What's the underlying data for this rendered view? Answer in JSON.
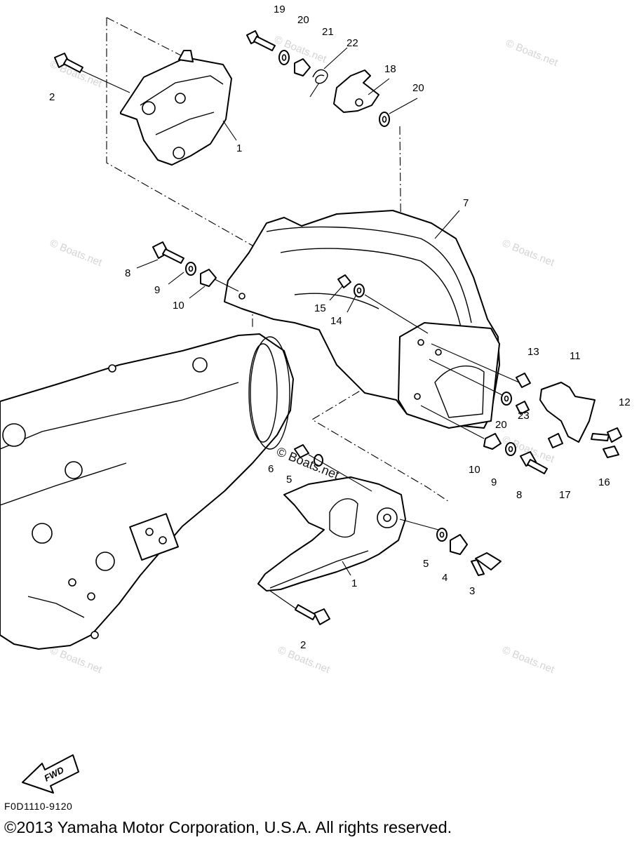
{
  "watermark": "© Boats.net",
  "overlay_watermark": "© Boats.net",
  "callouts": [
    {
      "id": "c19",
      "label": "19"
    },
    {
      "id": "c20a",
      "label": "20"
    },
    {
      "id": "c21",
      "label": "21"
    },
    {
      "id": "c22",
      "label": "22"
    },
    {
      "id": "c18",
      "label": "18"
    },
    {
      "id": "c20b",
      "label": "20"
    },
    {
      "id": "c2a",
      "label": "2"
    },
    {
      "id": "c1a",
      "label": "1"
    },
    {
      "id": "c7",
      "label": "7"
    },
    {
      "id": "c8a",
      "label": "8"
    },
    {
      "id": "c9a",
      "label": "9"
    },
    {
      "id": "c10a",
      "label": "10"
    },
    {
      "id": "c15",
      "label": "15"
    },
    {
      "id": "c14",
      "label": "14"
    },
    {
      "id": "c13",
      "label": "13"
    },
    {
      "id": "c11",
      "label": "11"
    },
    {
      "id": "c12",
      "label": "12"
    },
    {
      "id": "c20c",
      "label": "20"
    },
    {
      "id": "c23",
      "label": "23"
    },
    {
      "id": "c6",
      "label": "6"
    },
    {
      "id": "c5a",
      "label": "5"
    },
    {
      "id": "c10b",
      "label": "10"
    },
    {
      "id": "c9b",
      "label": "9"
    },
    {
      "id": "c8b",
      "label": "8"
    },
    {
      "id": "c17",
      "label": "17"
    },
    {
      "id": "c16",
      "label": "16"
    },
    {
      "id": "c5b",
      "label": "5"
    },
    {
      "id": "c4",
      "label": "4"
    },
    {
      "id": "c3",
      "label": "3"
    },
    {
      "id": "c1b",
      "label": "1"
    },
    {
      "id": "c2b",
      "label": "2"
    }
  ],
  "fwd_label": "FWD",
  "ref_code": "F0D1110-9120",
  "copyright": "©2013 Yamaha Motor Corporation, U.S.A. All rights reserved."
}
